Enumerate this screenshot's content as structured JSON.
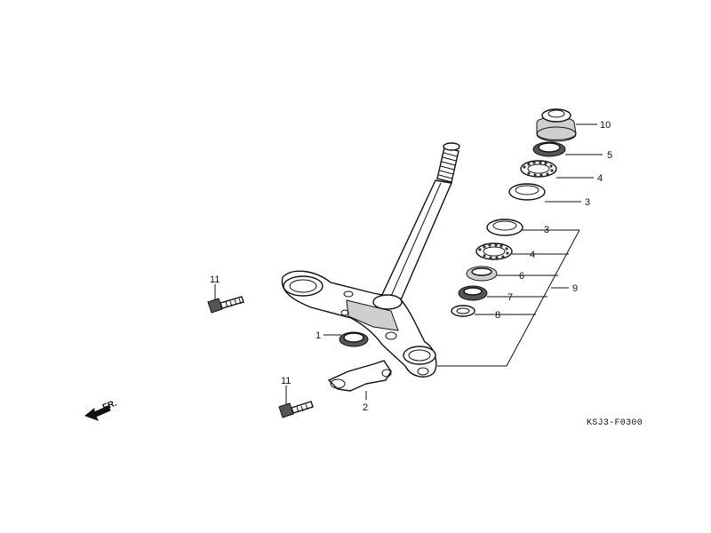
{
  "labels": {
    "l1": "1",
    "l2": "2",
    "l3a": "3",
    "l3b": "3",
    "l4a": "4",
    "l4b": "4",
    "l5": "5",
    "l6": "6",
    "l7": "7",
    "l8": "8",
    "l9": "9",
    "l10": "10",
    "l11a": "11",
    "l11b": "11"
  },
  "direction": "FR.",
  "diagram_code": "KSJ3-F0300"
}
